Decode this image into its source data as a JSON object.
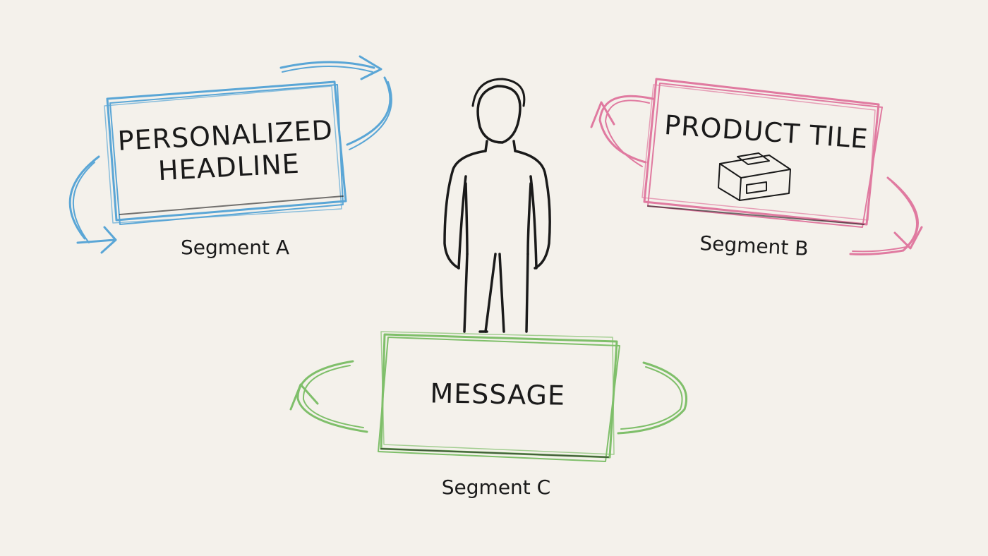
{
  "colors": {
    "background": "#f4f1eb",
    "segment_a": "#5aa6d6",
    "segment_b": "#e07aa0",
    "segment_c": "#7fbf6a",
    "ink": "#1a1a1a"
  },
  "segments": {
    "a": {
      "headline_line1": "PERSONALIZED",
      "headline_line2": "HEADLINE",
      "label": "Segment A"
    },
    "b": {
      "title": "PRODUCT TILE",
      "icon": "product-box-icon",
      "label": "Segment B"
    },
    "c": {
      "title": "MESSAGE",
      "label": "Segment C"
    }
  },
  "center": {
    "icon": "person-icon"
  }
}
